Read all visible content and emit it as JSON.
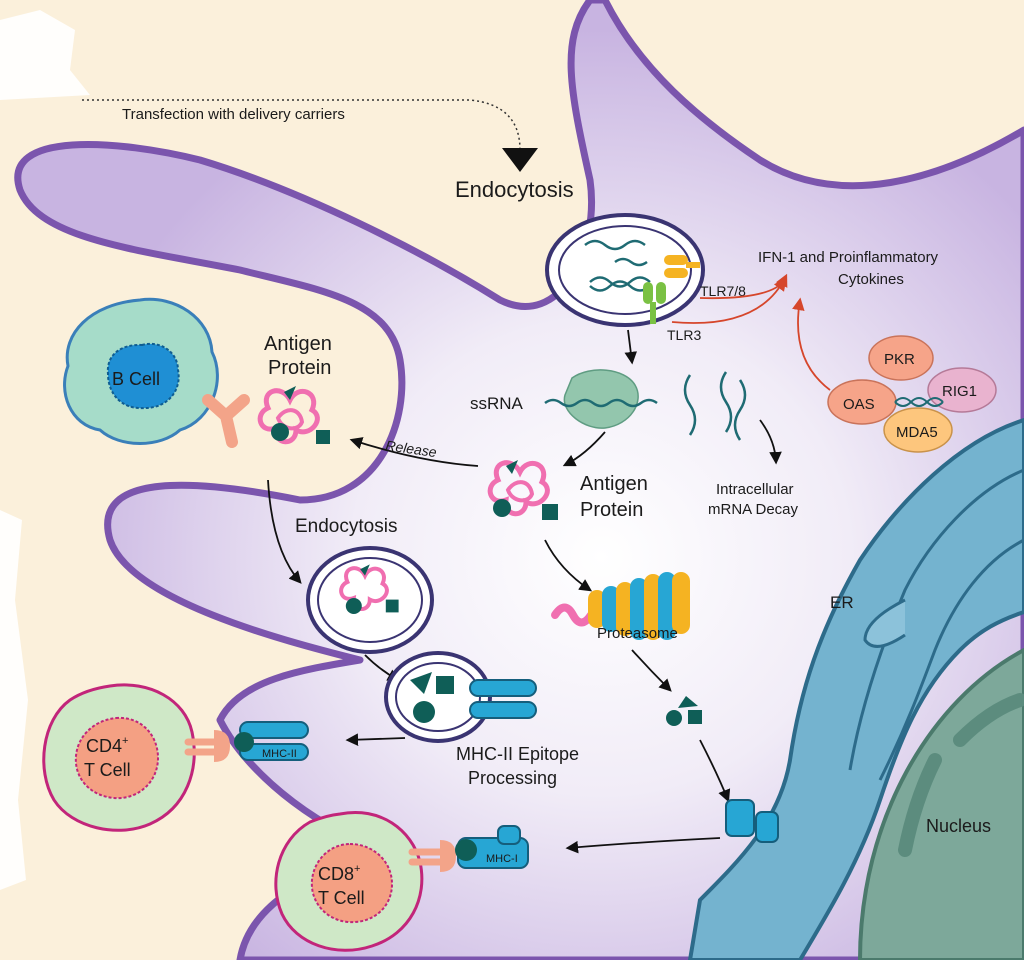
{
  "labels": {
    "transfection": "Transfection with delivery carriers",
    "endocytosis_top": "Endocytosis",
    "ifn_line1": "IFN-1 and Proinflammatory",
    "ifn_line2": "Cytokines",
    "tlr78": "TLR7/8",
    "tlr3": "TLR3",
    "pkr": "PKR",
    "oas": "OAS",
    "rig1": "RIG1",
    "mda5": "MDA5",
    "antigen_protein_left_1": "Antigen",
    "antigen_protein_left_2": "Protein",
    "ssrna": "ssRNA",
    "release": "Release",
    "antigen_protein_center_1": "Antigen",
    "antigen_protein_center_2": "Protein",
    "intracellular_1": "Intracellular",
    "intracellular_2": "mRNA Decay",
    "b_cell": "B Cell",
    "endocytosis_mid": "Endocytosis",
    "proteasome": "Proteasome",
    "er": "ER",
    "mhc_ii_1": "MHC-II Epitope",
    "mhc_ii_2": "Processing",
    "mhc_ii_tag": "MHC-II",
    "mhc_i_tag": "MHC-I",
    "cd4_line1": "CD4",
    "cd4_sup": "+",
    "cd4_line2": "T Cell",
    "cd8_line1": "CD8",
    "cd8_sup": "+",
    "cd8_line2": "T Cell",
    "nucleus": "Nucleus"
  },
  "colors": {
    "background": "#fbf0db",
    "cell_membrane": "#7b55ad",
    "cytoplasm": "#d2c2e8",
    "er_fill": "#74b3cf",
    "er_stroke": "#2d6b8a",
    "nucleus": "#7da89a",
    "antigen_pink": "#f06fb0",
    "teal_marker": "#0f5e57",
    "mhc_blue": "#27a6d4",
    "tcr_salmon": "#f3a489",
    "cd4_outer": "#cfe8c7",
    "cd4_border": "#c2257a",
    "cd4_inner": "#f4a083",
    "bcell_outer": "#a6dcc9",
    "bcell_inner": "#1f8fd4",
    "arrow_red": "#d6462b"
  }
}
